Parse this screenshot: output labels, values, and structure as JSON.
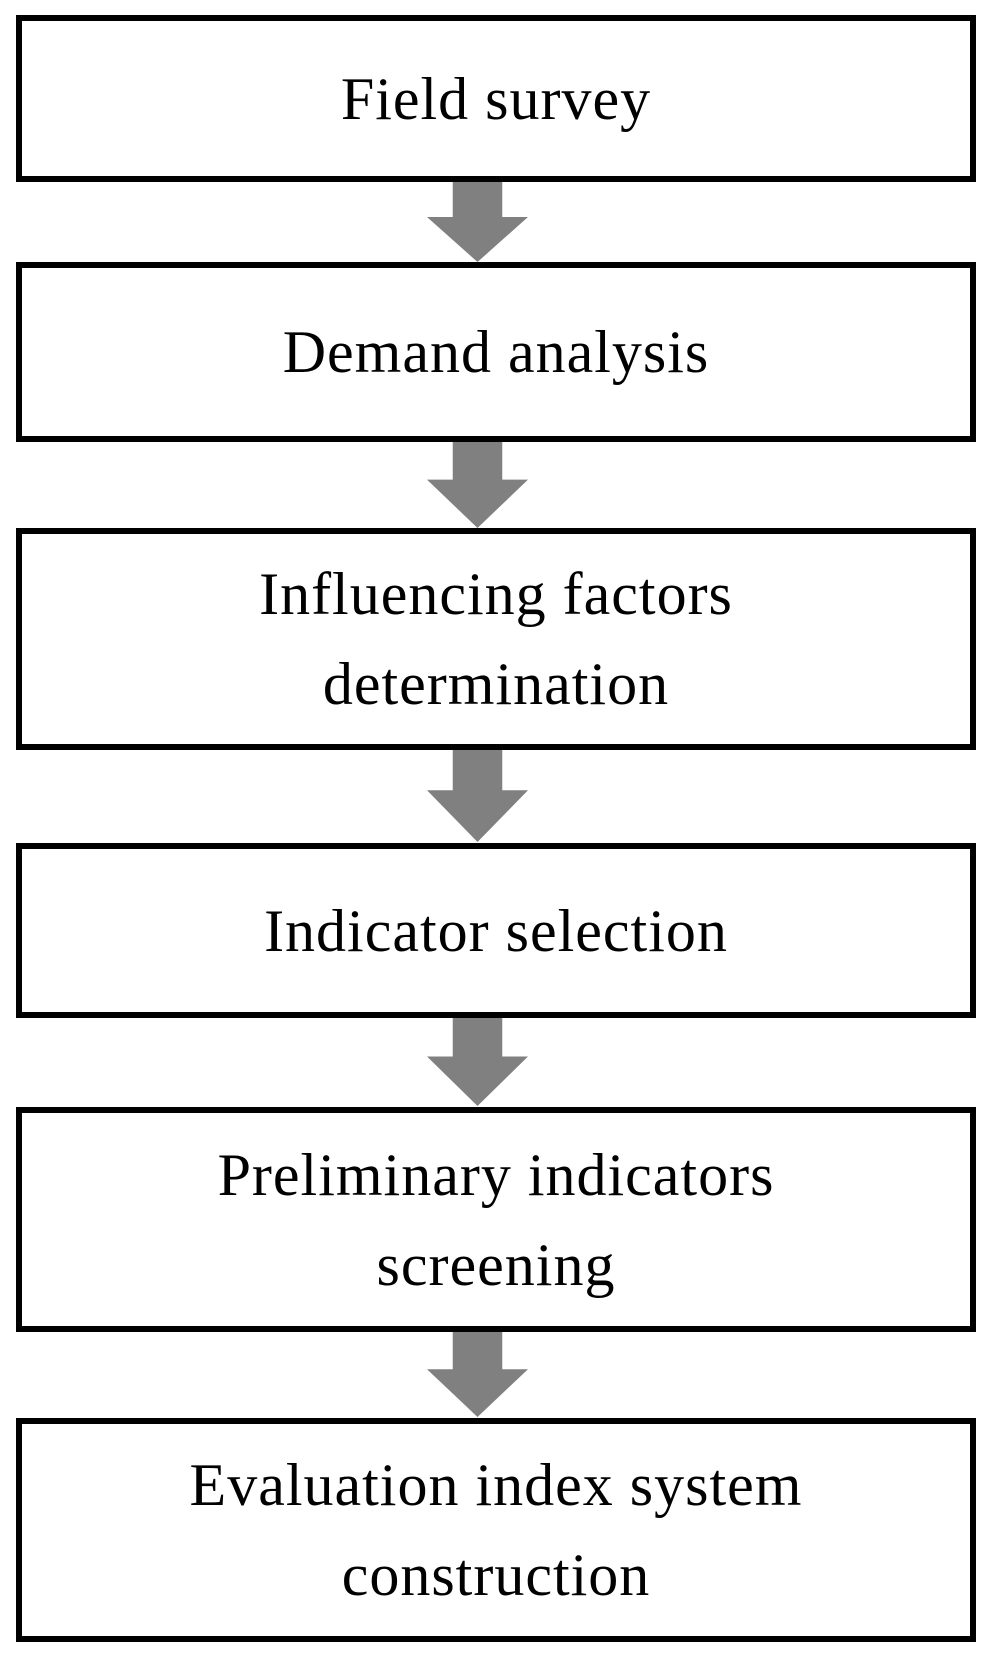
{
  "flowchart": {
    "steps": [
      {
        "label": "Field survey"
      },
      {
        "label": "Demand analysis"
      },
      {
        "label": "Influencing factors\ndetermination"
      },
      {
        "label": "Indicator selection"
      },
      {
        "label": "Preliminary indicators\nscreening"
      },
      {
        "label": "Evaluation index system\nconstruction"
      }
    ],
    "arrow_icon": "down-block-arrow",
    "colors": {
      "box_border": "#000000",
      "box_fill": "#ffffff",
      "text": "#000000",
      "arrow": "#808080",
      "background": "#ffffff"
    }
  }
}
